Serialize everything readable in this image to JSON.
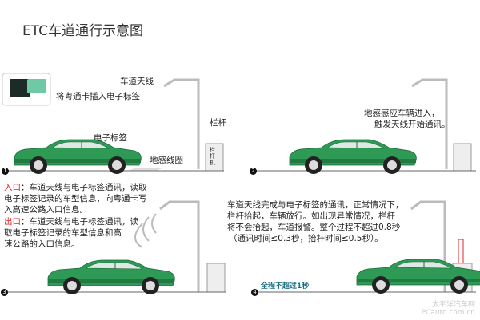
{
  "title": "ETC车道通行示意图",
  "panel1": {
    "card_text": "将粤通卡插入电子标签",
    "antenna": "车道天线",
    "barrier": "栏杆",
    "barrier_machine": "栏杆机",
    "tag": "电子标签",
    "loop": "地感线圈",
    "step": "1"
  },
  "panel2": {
    "line1": "地感感应车辆进入，",
    "line2": "触发天线开始通讯。",
    "step": "2"
  },
  "panel3": {
    "entry_label": "入口",
    "entry_l1": "：车道天线与电子标签通讯，读取",
    "entry_l2": "电子标签记录的车型信息，向粤通卡写",
    "entry_l3": "入高速公路入口信息。",
    "exit_label": "出口",
    "exit_l1": "：车道天线与电子标签通讯，读",
    "exit_l2": "取电子标签记录的车型信息和高",
    "exit_l3": "速公路的入口信息。",
    "step": "3"
  },
  "panel4": {
    "l1": "车道天线完成与电子标签的通讯，正常情况下，",
    "l2": "栏杆抬起，车辆放行。如出现异常情况，栏杆",
    "l3": "将不会抬起，车道报警。整个过程不超过0.8秒",
    "l4": "（通讯时间≤0.3秒，抬杆时间≤0.5秒）。",
    "total": "全程不超过1秒",
    "step": "4"
  },
  "watermark": {
    "l1": "太平洋汽车网",
    "l2": "PCauto.com.cn"
  },
  "colors": {
    "car": "#2e9a55",
    "red": "#e0262a",
    "teal": "#1a6f80"
  }
}
